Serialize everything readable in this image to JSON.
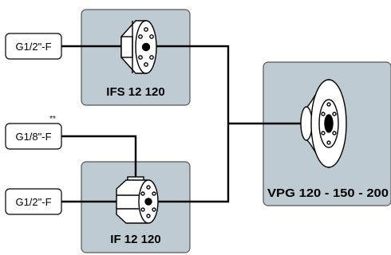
{
  "components": {
    "top": {
      "name": "IFS 12 120"
    },
    "bottom": {
      "name": "IF 12 120"
    },
    "right": {
      "name": "VPG 120 - 150 - 200"
    }
  },
  "ports": {
    "top_input": {
      "label": "G1/2\"-F"
    },
    "middle_input": {
      "label": "G1/8\"-F",
      "note": "**"
    },
    "bottom_input": {
      "label": "G1/2\"-F"
    }
  },
  "colors": {
    "box_fill": "#bfcbd3",
    "box_stroke": "#555555",
    "line": "#000000",
    "part_fill": "#ffffff"
  }
}
